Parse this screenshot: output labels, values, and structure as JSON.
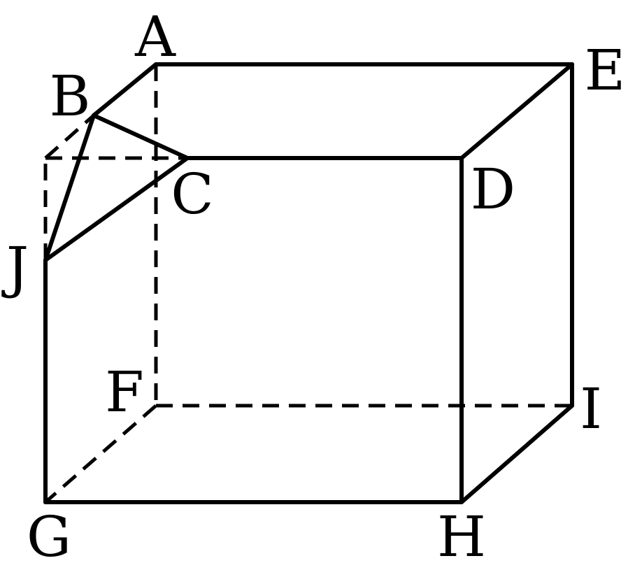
{
  "figure": {
    "vertices": {
      "A": "A",
      "B": "B",
      "C": "C",
      "D": "D",
      "E": "E",
      "F": "F",
      "G": "G",
      "H": "H",
      "I": "I",
      "J": "J"
    },
    "visible_edges": [
      "A-E",
      "A-B",
      "B-C",
      "B-J",
      "C-D",
      "C-J",
      "D-E",
      "D-H",
      "E-I",
      "G-H",
      "G-J",
      "H-I"
    ],
    "hidden_edges": [
      "A-F",
      "F-I",
      "F-G",
      "G-corner",
      "corner-C",
      "corner-B"
    ],
    "line_color": "#000000"
  }
}
